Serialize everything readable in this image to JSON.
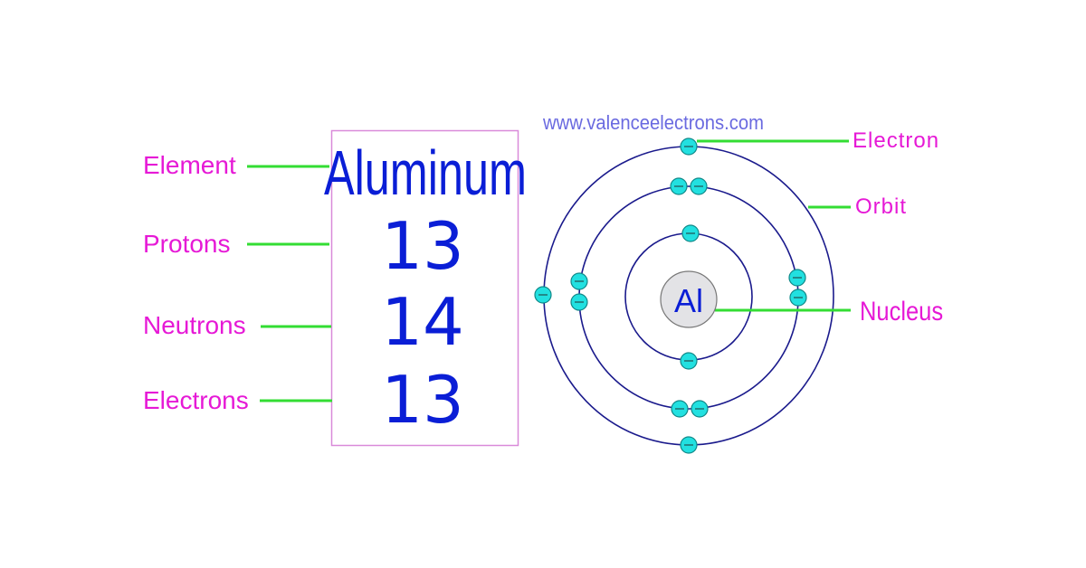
{
  "website": "www.valenceelectrons.com",
  "info_card": {
    "labels": {
      "element": "Element",
      "protons": "Protons",
      "neutrons": "Neutrons",
      "electrons": "Electrons"
    },
    "element_name": "Aluminum",
    "protons": "13",
    "neutrons": "14",
    "electrons": "13"
  },
  "atom_diagram": {
    "symbol": "Al",
    "shell_electrons": [
      2,
      8,
      3
    ],
    "labels": {
      "electron": "Electron",
      "orbit": "Orbit",
      "nucleus": "Nucleus"
    }
  },
  "colors": {
    "label": "#e619d6",
    "value": "#0a1ed6",
    "leader": "#33dd33",
    "electron": "#22e0e0",
    "orbit": "#1a1a8c",
    "card_border": "#d98ad9"
  }
}
